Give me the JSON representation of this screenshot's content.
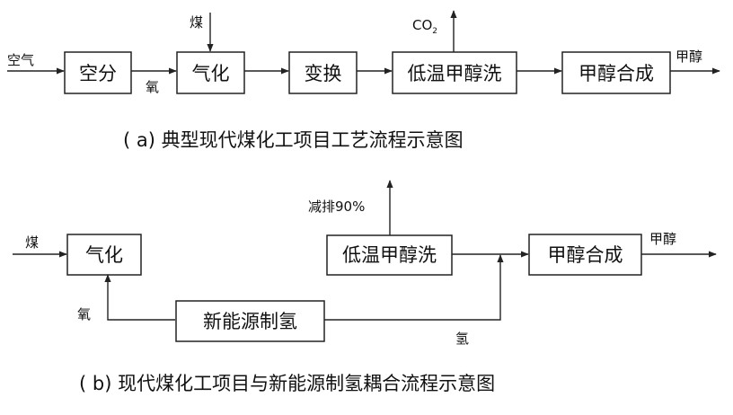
{
  "diagram_a": {
    "boxes": {
      "air_separation": "空分",
      "gasification": "气化",
      "shift": "变换",
      "rectisol": "低温甲醇洗",
      "methanol_synthesis": "甲醇合成"
    },
    "labels": {
      "air_in": "空气",
      "coal_in": "煤",
      "oxygen": "氧",
      "co2": "CO",
      "co2_sub": "2",
      "methanol_out": "甲醇"
    },
    "caption": "( a) 典型现代煤化工项目工艺流程示意图"
  },
  "diagram_b": {
    "boxes": {
      "gasification": "气化",
      "rectisol": "低温甲醇洗",
      "methanol_synthesis": "甲醇合成",
      "green_hydrogen": "新能源制氢"
    },
    "labels": {
      "coal_in": "煤",
      "oxygen": "氧",
      "hydrogen": "氢",
      "emission_reduction": "减排90%",
      "methanol_out": "甲醇"
    },
    "caption": "( b) 现代煤化工项目与新能源制氢耦合流程示意图"
  }
}
